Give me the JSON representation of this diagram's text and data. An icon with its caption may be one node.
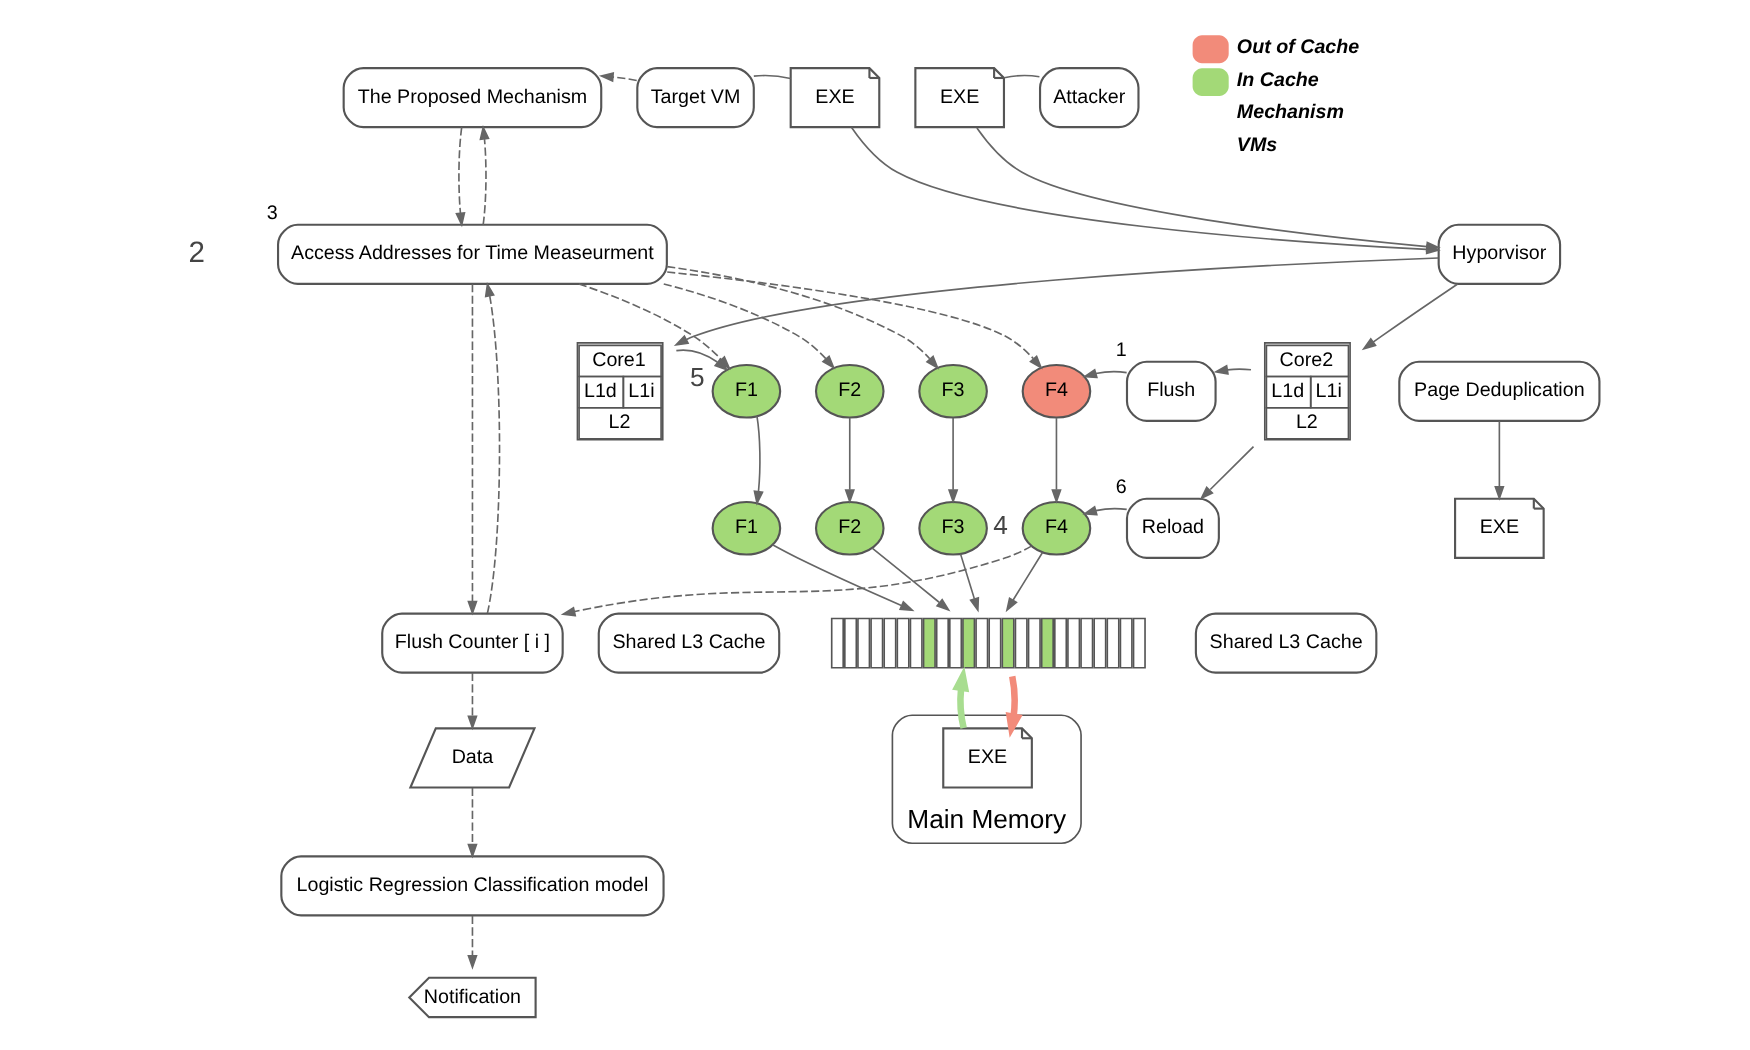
{
  "diagram": {
    "nodes": [
      {
        "text": [
          "The Proposed Mechanism"
        ]
      },
      {
        "text": [
          "Target VM"
        ]
      },
      {
        "text": [
          "EXE"
        ]
      },
      {
        "text": [
          "EXE"
        ]
      },
      {
        "text": [
          "Attacker"
        ]
      },
      {
        "text": [
          "Hyporvisor"
        ]
      },
      {
        "text": [
          "Page Deduplication"
        ]
      },
      {
        "text": [
          "EXE"
        ]
      },
      {
        "text": [
          "Access Addresses for Time Measeurment"
        ],
        "beside": [
          "3"
        ]
      },
      {
        "text": [
          "Flush Counter [ i ]"
        ]
      },
      {
        "text": [
          "Data"
        ]
      },
      {
        "text": [
          "Logistic Regression Classification model"
        ]
      },
      {
        "text": [
          "Notification"
        ]
      },
      {
        "text": [
          "Core1",
          "L1d",
          "L1i",
          "L2"
        ]
      },
      {
        "text": [
          "F1"
        ]
      },
      {
        "text": [
          "F2"
        ]
      },
      {
        "text": [
          "F3"
        ]
      },
      {
        "text": [
          "F4"
        ]
      },
      {
        "text": [
          "Flush"
        ],
        "beside": [
          "1"
        ]
      },
      {
        "text": [
          "F1"
        ]
      },
      {
        "text": [
          "F2"
        ]
      },
      {
        "text": [
          "F3"
        ]
      },
      {
        "text": [
          "F4"
        ]
      },
      {
        "text": [
          "Reload"
        ],
        "beside": [
          "6"
        ]
      },
      {
        "text": [
          "Core2",
          "L1d",
          "L1i",
          "L2"
        ]
      },
      {
        "text": [
          "Shared L3 Cache"
        ]
      },
      {
        "text": [],
        "shape": "bar"
      },
      {
        "text": [
          "Shared L3 Cache"
        ]
      },
      {
        "text": [
          "Main Memory"
        ]
      },
      {
        "text": [
          "EXE"
        ],
        "in": 28
      }
    ],
    "edges": [
      {
        "from": 1,
        "to": 0,
        "arrow": "to",
        "style": "dashed"
      },
      {
        "from": 1,
        "to": 2,
        "arrow": "none"
      },
      {
        "from": 4,
        "to": 3,
        "arrow": "none"
      },
      {
        "from": 2,
        "to": 5,
        "arrow": "to"
      },
      {
        "from": 3,
        "to": 5,
        "arrow": "to"
      },
      {
        "from": 6,
        "to": 7,
        "arrow": "to"
      },
      {
        "from": 5,
        "to": 13,
        "arrow": "to"
      },
      {
        "from": 5,
        "to": 24,
        "arrow": "to"
      },
      {
        "from": 0,
        "to": 8,
        "arrow": "to",
        "style": "dashed"
      },
      {
        "from": 8,
        "to": 0,
        "arrow": "to",
        "style": "dashed"
      },
      {
        "from": 8,
        "to": 14,
        "arrow": "to",
        "style": "dashed"
      },
      {
        "from": 8,
        "to": 15,
        "arrow": "to",
        "style": "dashed"
      },
      {
        "from": 8,
        "to": 16,
        "arrow": "to",
        "style": "dashed"
      },
      {
        "from": 8,
        "to": 17,
        "arrow": "to",
        "style": "dashed"
      },
      {
        "from": 8,
        "to": 9,
        "arrow": "to",
        "style": "dashed"
      },
      {
        "from": 9,
        "to": 8,
        "arrow": "to",
        "style": "dashed"
      },
      {
        "from": 9,
        "to": 10,
        "arrow": "to",
        "style": "dashed"
      },
      {
        "from": 10,
        "to": 11,
        "arrow": "to",
        "style": "dashed"
      },
      {
        "from": 11,
        "to": 12,
        "arrow": "to",
        "style": "dashed"
      },
      {
        "from": 22,
        "to": 9,
        "arrow": "to",
        "style": "dashed",
        "label": "4"
      },
      {
        "from": 13,
        "to": 14,
        "arrow": "to",
        "label": "5"
      },
      {
        "from": 14,
        "to": 19,
        "arrow": "to"
      },
      {
        "from": 15,
        "to": 20,
        "arrow": "to"
      },
      {
        "from": 16,
        "to": 21,
        "arrow": "to"
      },
      {
        "from": 17,
        "to": 22,
        "arrow": "to"
      },
      {
        "from": 18,
        "to": 17,
        "arrow": "to"
      },
      {
        "from": 24,
        "to": 18,
        "arrow": "to"
      },
      {
        "from": 24,
        "to": 23,
        "arrow": "to"
      },
      {
        "from": 23,
        "to": 22,
        "arrow": "to"
      },
      {
        "from": 19,
        "to": 26,
        "arrow": "to"
      },
      {
        "from": 20,
        "to": 26,
        "arrow": "to"
      },
      {
        "from": 21,
        "to": 26,
        "arrow": "to"
      },
      {
        "from": 22,
        "to": 26,
        "arrow": "to"
      },
      {
        "from": 26,
        "to": 29,
        "arrow": "to",
        "style": "thick",
        "color": "#f28b7a"
      },
      {
        "from": 29,
        "to": 26,
        "arrow": "to",
        "style": "thick",
        "color": "#a8dd90"
      }
    ],
    "labels": [
      "2"
    ],
    "legend": [
      {
        "text": "Out of Cache",
        "color": "#f28b7a"
      },
      {
        "text": "In Cache",
        "color": "#a3d977"
      },
      {
        "text": "Mechanism"
      },
      {
        "text": "VMs"
      }
    ]
  }
}
